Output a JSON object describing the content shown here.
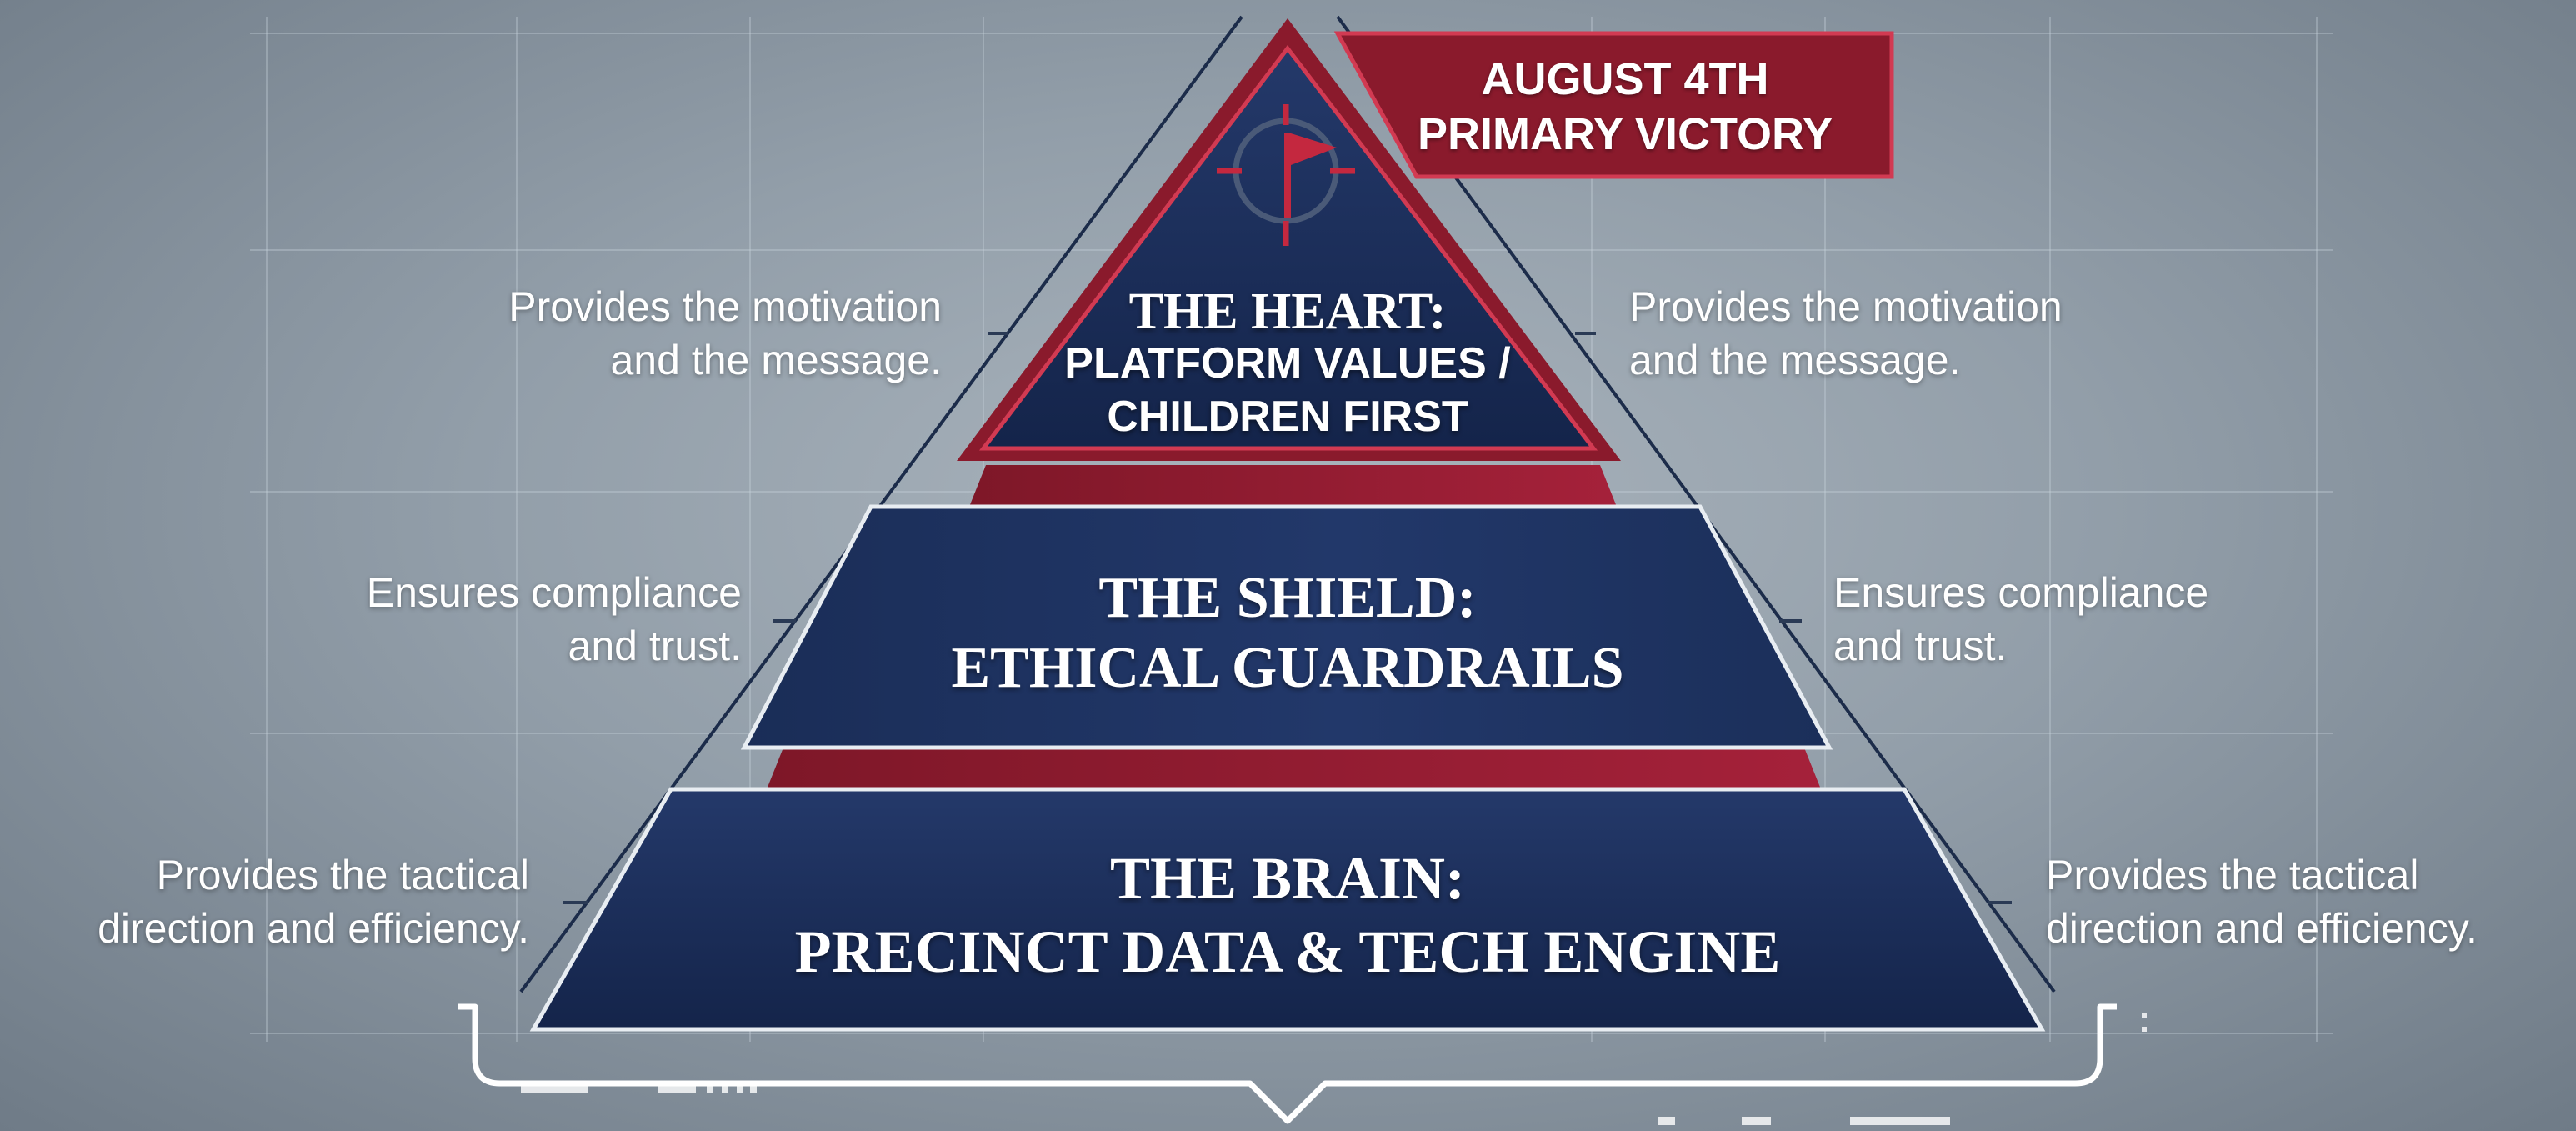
{
  "banner": {
    "line1": "AUGUST 4TH",
    "line2": "PRIMARY VICTORY",
    "icon": "target-flag-icon"
  },
  "tiers": {
    "heart": {
      "title": "THE HEART:",
      "subtitle_line1": "PLATFORM VALUES /",
      "subtitle_line2": "CHILDREN FIRST",
      "annotation_line1": "Provides the motivation",
      "annotation_line2": "and the message."
    },
    "shield": {
      "title_line1": "THE SHIELD:",
      "title_line2": "ETHICAL GUARDRAILS",
      "annotation_line1": "Ensures compliance",
      "annotation_line2": "and trust."
    },
    "brain": {
      "title_line1": "THE BRAIN:",
      "title_line2": "PRECINCT DATA & TECH ENGINE",
      "annotation_line1": "Provides the tactical",
      "annotation_line2": "direction and efficiency."
    }
  },
  "colors": {
    "navy": "#1b2e55",
    "navy_dark": "#14234a",
    "crimson": "#8a1a2c",
    "crimson_bright": "#b0233a",
    "outline": "#e8edf2",
    "background": "#929ea9"
  }
}
